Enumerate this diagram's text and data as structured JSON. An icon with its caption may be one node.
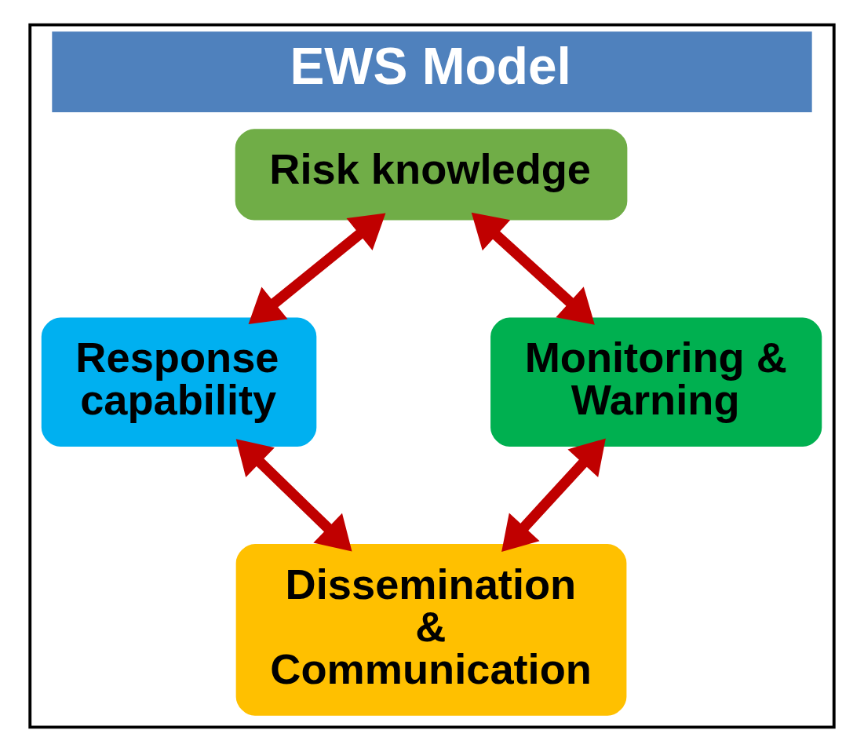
{
  "diagram": {
    "nodes": [
      {
        "text": [
          "EWS Model"
        ]
      },
      {
        "text": [
          "Risk knowledge"
        ],
        "in": 0
      },
      {
        "text": [
          "Response capability"
        ],
        "in": 0
      },
      {
        "text": [
          "Monitoring & Warning"
        ],
        "in": 0
      },
      {
        "text": [
          "Dissemination & Communication"
        ],
        "in": 0
      }
    ],
    "edges": [
      {
        "from": 1,
        "to": 2,
        "arrow": "both",
        "color": "#c00000"
      },
      {
        "from": 1,
        "to": 3,
        "arrow": "both",
        "color": "#c00000"
      },
      {
        "from": 2,
        "to": 4,
        "arrow": "both",
        "color": "#c00000"
      },
      {
        "from": 3,
        "to": 4,
        "arrow": "both",
        "color": "#c00000"
      }
    ]
  }
}
